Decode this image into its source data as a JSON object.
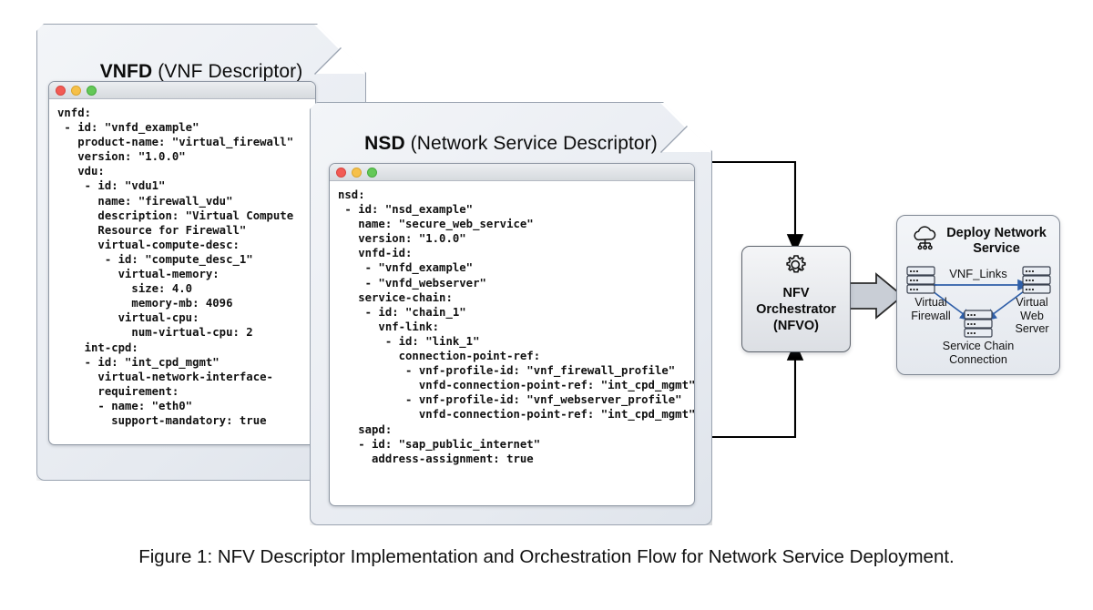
{
  "figure": {
    "caption": "Figure 1: NFV Descriptor Implementation and Orchestration Flow for Network Service Deployment."
  },
  "vnfd_card": {
    "title_strong": "VNFD",
    "title_rest": " (VNF Descriptor)",
    "window": {
      "buttons": [
        "close-red",
        "minimize-yellow",
        "maximize-green"
      ],
      "code": "vnfd:\n - id: \"vnfd_example\"\n   product-name: \"virtual_firewall\"\n   version: \"1.0.0\"\n   vdu:\n    - id: \"vdu1\"\n      name: \"firewall_vdu\"\n      description: \"Virtual Compute\n      Resource for Firewall\"\n      virtual-compute-desc:\n       - id: \"compute_desc_1\"\n         virtual-memory:\n           size: 4.0\n           memory-mb: 4096\n         virtual-cpu:\n           num-virtual-cpu: 2\n    int-cpd:\n    - id: \"int_cpd_mgmt\"\n      virtual-network-interface-\n      requirement:\n      - name: \"eth0\"\n        support-mandatory: true"
    }
  },
  "nsd_card": {
    "title_strong": "NSD",
    "title_rest": " (Network Service Descriptor)",
    "window": {
      "buttons": [
        "close-red",
        "minimize-yellow",
        "maximize-green"
      ],
      "code": "nsd:\n - id: \"nsd_example\"\n   name: \"secure_web_service\"\n   version: \"1.0.0\"\n   vnfd-id:\n    - \"vnfd_example\"\n    - \"vnfd_webserver\"\n   service-chain:\n    - id: \"chain_1\"\n      vnf-link:\n       - id: \"link_1\"\n         connection-point-ref:\n          - vnf-profile-id: \"vnf_firewall_profile\"\n            vnfd-connection-point-ref: \"int_cpd_mgmt\"\n          - vnf-profile-id: \"vnf_webserver_profile\"\n            vnfd-connection-point-ref: \"int_cpd_mgmt\"\n   sapd:\n   - id: \"sap_public_internet\"\n     address-assignment: true"
    }
  },
  "orchestrator": {
    "icon": "gear-magnifier-icon",
    "line1": "NFV",
    "line2": "Orchestrator",
    "line3": "(NFVO)"
  },
  "deploy_panel": {
    "icon": "cloud-network-icon",
    "title_line1": "Deploy Network",
    "title_line2": "Service",
    "link_label": "VNF_Links",
    "nodes": [
      {
        "id": "virtual-firewall",
        "label_line1": "Virtual",
        "label_line2": "Firewall"
      },
      {
        "id": "virtual-web-server",
        "label_line1": "Virtual",
        "label_line2": "Web",
        "label_line3": "Server"
      },
      {
        "id": "service-chain-connection",
        "label_line1": "Service Chain",
        "label_line2": "Connection"
      }
    ]
  },
  "colors": {
    "card_fill": "#eceff4",
    "card_border": "#9aa3b0",
    "terminal_bg": "#ffffff",
    "node_arrow_blue": "#2f5fa8",
    "flow_arrow": "#000000",
    "block_arrow_fill": "#c9ced6",
    "text": "#111111"
  }
}
